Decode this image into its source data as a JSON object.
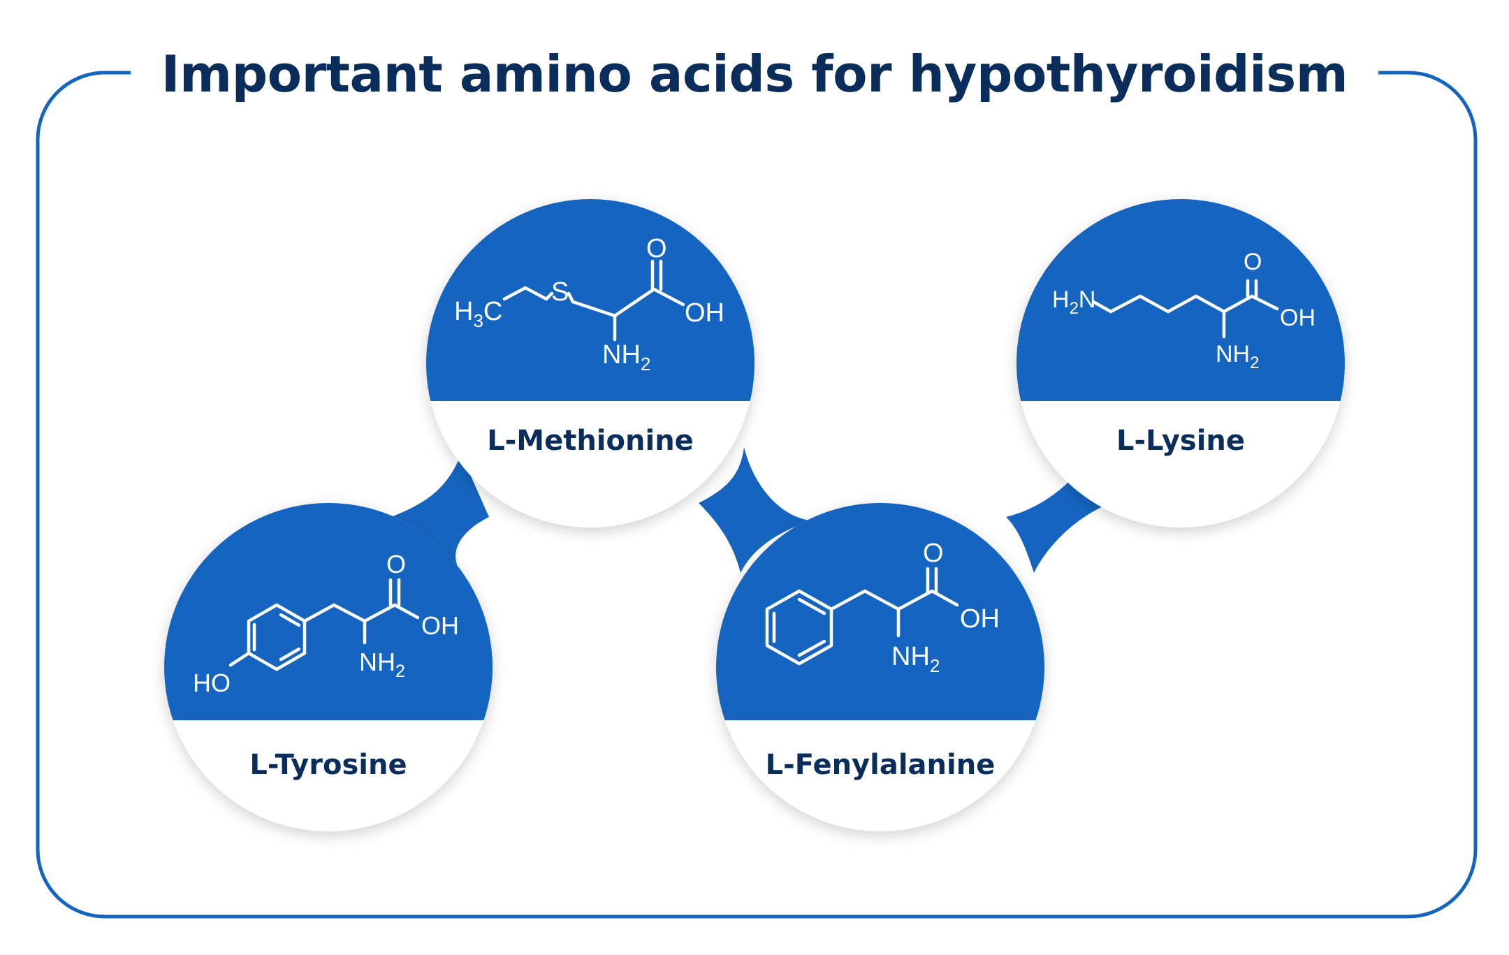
{
  "title": "Important amino acids for hypothyroidism",
  "colors": {
    "primary_blue": "#1565c0",
    "title_navy": "#0b2d5b",
    "background": "#ffffff"
  },
  "molecules": {
    "methionine": {
      "name": "L-Methionine",
      "labels": {
        "h3c_main": "H",
        "h3c_sub": "3",
        "h3c_tail": "C",
        "s": "S",
        "o": "O",
        "oh": "OH",
        "nh_main": "NH",
        "nh_sub": "2"
      }
    },
    "lysine": {
      "name": "L-Lysine",
      "labels": {
        "h2n_main": "H",
        "h2n_sub": "2",
        "h2n_tail": "N",
        "o": "O",
        "oh": "OH",
        "nh_main": "NH",
        "nh_sub": "2"
      }
    },
    "tyrosine": {
      "name": "L-Tyrosine",
      "labels": {
        "ho": "HO",
        "o": "O",
        "oh": "OH",
        "nh_main": "NH",
        "nh_sub": "2"
      }
    },
    "phenylalanine": {
      "name": "L-Fenylalanine",
      "labels": {
        "o": "O",
        "oh": "OH",
        "nh_main": "NH",
        "nh_sub": "2"
      }
    }
  }
}
